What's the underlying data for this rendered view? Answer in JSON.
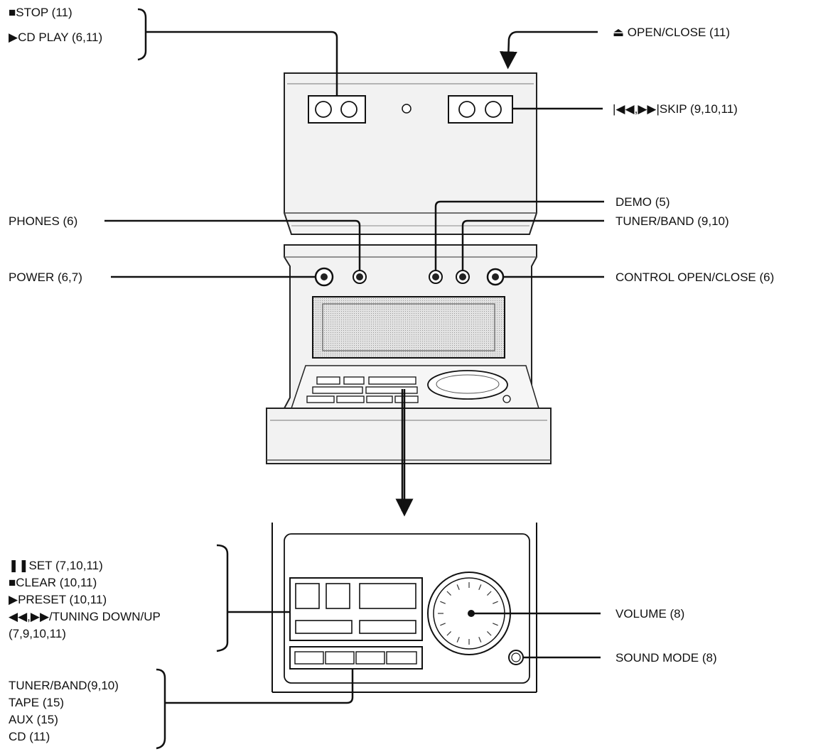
{
  "labels": {
    "stop": "STOP (11)",
    "cd_play": "CD PLAY (6,11)",
    "open_close": "OPEN/CLOSE (11)",
    "skip": "SKIP (9,10,11)",
    "skip_separator": ",",
    "demo": "DEMO (5)",
    "phones": "PHONES (6)",
    "tuner_band_top": "TUNER/BAND (9,10)",
    "power": "POWER (6,7)",
    "control_open_close": "CONTROL OPEN/CLOSE (6)",
    "set": "SET (7,10,11)",
    "clear": "CLEAR (10,11)",
    "preset": "PRESET (10,11)",
    "tuning": "/TUNING DOWN/UP",
    "tuning_separator": ",",
    "tuning_pages": "(7,9,10,11)",
    "volume": "VOLUME (8)",
    "sound_mode": "SOUND MODE (8)",
    "tuner_band_bottom": "TUNER/BAND(9,10)",
    "tape": "TAPE (15)",
    "aux": "AUX  (15)",
    "cd": "CD (11)"
  },
  "symbols": {
    "stop": "■",
    "play": "▶",
    "eject": "⏏",
    "skip_prev": "|◀◀",
    "skip_next": "▶▶|",
    "pause": "❚❚",
    "rewind": "◀◀",
    "fast_forward": "▶▶"
  },
  "icons": {
    "stop": "stop-square-icon",
    "play": "play-triangle-icon",
    "eject": "eject-icon",
    "skip_prev": "skip-previous-icon",
    "skip_next": "skip-next-icon",
    "pause": "pause-icon",
    "rewind": "rewind-icon",
    "fast_forward": "fast-forward-icon"
  }
}
